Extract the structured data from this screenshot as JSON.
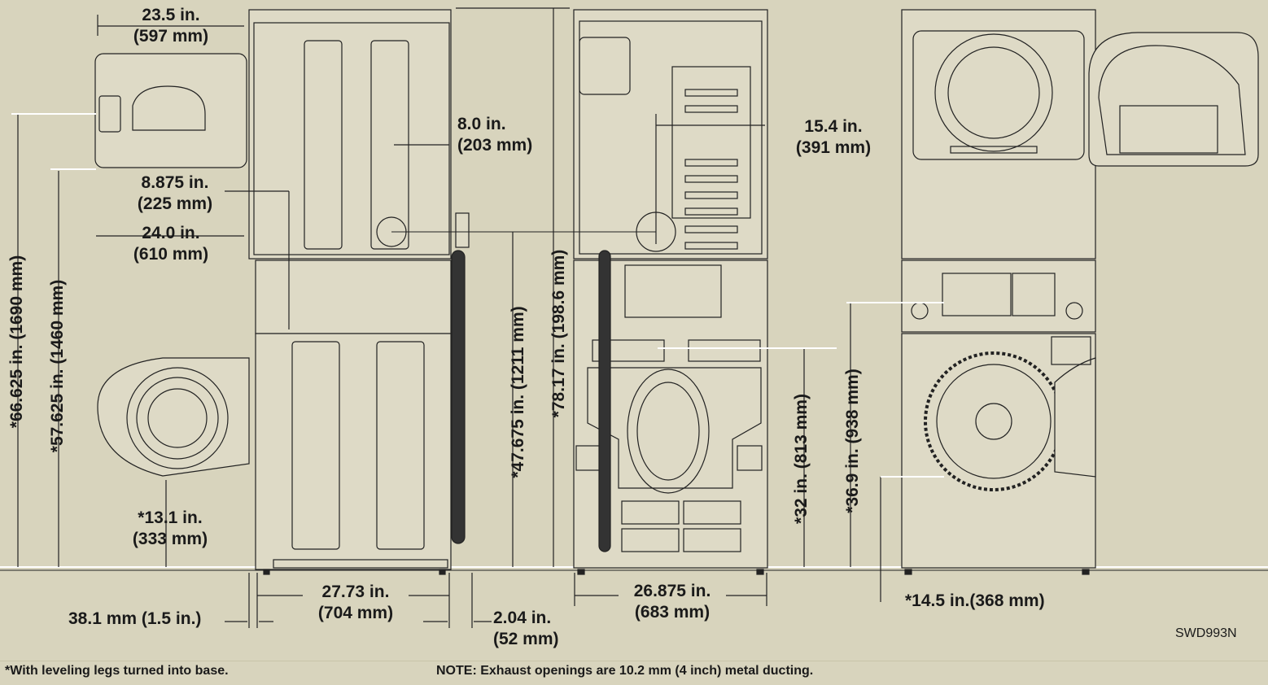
{
  "figure": {
    "model_code": "SWD993N",
    "footnote_left": "*With leveling legs turned into base.",
    "footnote_right": "NOTE: Exhaust openings are 10.2 mm (4 inch) metal ducting."
  },
  "dimensions": {
    "d_top_depth": [
      "23.5 in.",
      "(597 mm)"
    ],
    "d_vent_offset": [
      "8.0 in.",
      "(203 mm)"
    ],
    "d_vent_from_top": [
      "8.875 in.",
      "(225 mm)"
    ],
    "d_depth_door": [
      "24.0 in.",
      "(610 mm)"
    ],
    "d_vent_width": [
      "15.4 in.",
      "(391 mm)"
    ],
    "d_washer_door_height": [
      "*13.1 in.",
      "(333 mm)"
    ],
    "d_depth_total": [
      "27.73 in.",
      "(704 mm)"
    ],
    "d_width": [
      "26.875 in.",
      "(683 mm)"
    ],
    "d_leg": [
      "38.1 mm (1.5 in.)"
    ],
    "d_hose": [
      "2.04 in.",
      "(52 mm)"
    ],
    "d_door_clearance": [
      "*14.5 in.(368 mm)"
    ],
    "v_overall_height": "*66.625 in. (1690 mm)",
    "v_dryer_door_height": "*57.625 in. (1460 mm)",
    "v_vent_height": "*47.675 in. (1211 mm)",
    "v_total_height_alt": "*78.17 in. (198.6 mm)",
    "v_inlet_height": "*32 in. (813 mm)",
    "v_control_height": "*36.9 in. (938 mm)"
  },
  "colors": {
    "background": "#d8d4bd",
    "panel": "#dedac6",
    "line": "#222222",
    "white_line": "#ffffff"
  }
}
